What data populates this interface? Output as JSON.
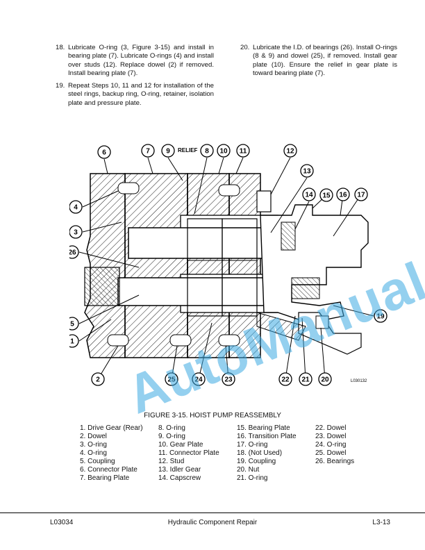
{
  "steps_left": [
    {
      "num": "18.",
      "text": "Lubricate O-ring (3, Figure 3-15) and install in bearing plate (7). Lubricate O-rings (4) and install over studs (12). Replace dowel (2) if removed. Install bearing plate (7)."
    },
    {
      "num": "19.",
      "text": "Repeat Steps 10, 11 and 12 for installation of the steel rings, backup ring, O-ring, retainer, isolation plate and pressure plate."
    }
  ],
  "steps_right": [
    {
      "num": "20.",
      "text": "Lubricate the I.D. of bearings (26). Install O-rings (8 & 9) and dowel (25), if removed. Install gear plate (10). Ensure the relief in gear plate is toward bearing plate (7)."
    }
  ],
  "figure": {
    "relief_label": "RELIEF",
    "drawing_code": "L030132",
    "callouts": [
      "6",
      "7",
      "9",
      "8",
      "10",
      "11",
      "12",
      "13",
      "14",
      "15",
      "16",
      "17",
      "4",
      "3",
      "26",
      "5",
      "1",
      "19",
      "2",
      "25",
      "24",
      "23",
      "22",
      "21",
      "20"
    ],
    "title": "FIGURE 3-15. HOIST PUMP REASSEMBLY"
  },
  "watermark": "AutoManual",
  "legend": [
    [
      "1. Drive Gear (Rear)",
      "2. Dowel",
      "3. O-ring",
      "4. O-ring",
      "5. Coupling",
      "6. Connector Plate",
      "7. Bearing Plate"
    ],
    [
      "8. O-ring",
      "9. O-ring",
      "10.  Gear Plate",
      "11. Connector Plate",
      "12. Stud",
      "13. Idler Gear",
      "14. Capscrew"
    ],
    [
      "15. Bearing Plate",
      "16. Transition Plate",
      "17. O-ring",
      "18. (Not Used)",
      "19. Coupling",
      "20. Nut",
      "21. O-ring"
    ],
    [
      "22. Dowel",
      "23. Dowel",
      "24. O-ring",
      "25. Dowel",
      "26. Bearings"
    ]
  ],
  "footer": {
    "left": "L03034",
    "center": "Hydraulic Component Repair",
    "right": "L3-13"
  }
}
